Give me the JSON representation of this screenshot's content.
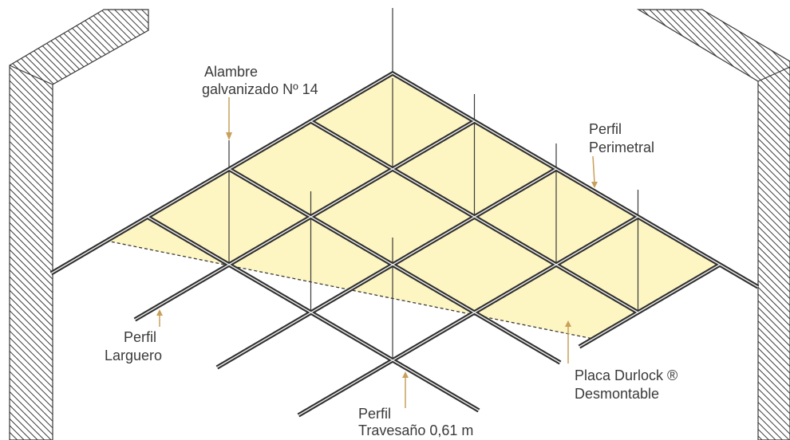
{
  "labels": {
    "wire": {
      "line1": "Alambre",
      "line2": "galvanizado Nº 14"
    },
    "perimeter_profile": {
      "line1": "Perfil",
      "line2": "Perimetral"
    },
    "main_profile": {
      "line1": "Perfil",
      "line2": "Larguero"
    },
    "panel": {
      "line1": "Placa Durlock ®",
      "line2": "Desmontable"
    },
    "cross_profile": {
      "line1": "Perfil",
      "line2": "Travesaño 0,61 m"
    }
  },
  "colors": {
    "panel": "#fdf5c2",
    "profile": "#2f2f2f",
    "profile_core": "#ececec",
    "wire": "#3a3a3a",
    "leader": "#c9a05a",
    "text": "#3a3a3a",
    "hatch": "#3a3a3a",
    "background": "#ffffff"
  }
}
